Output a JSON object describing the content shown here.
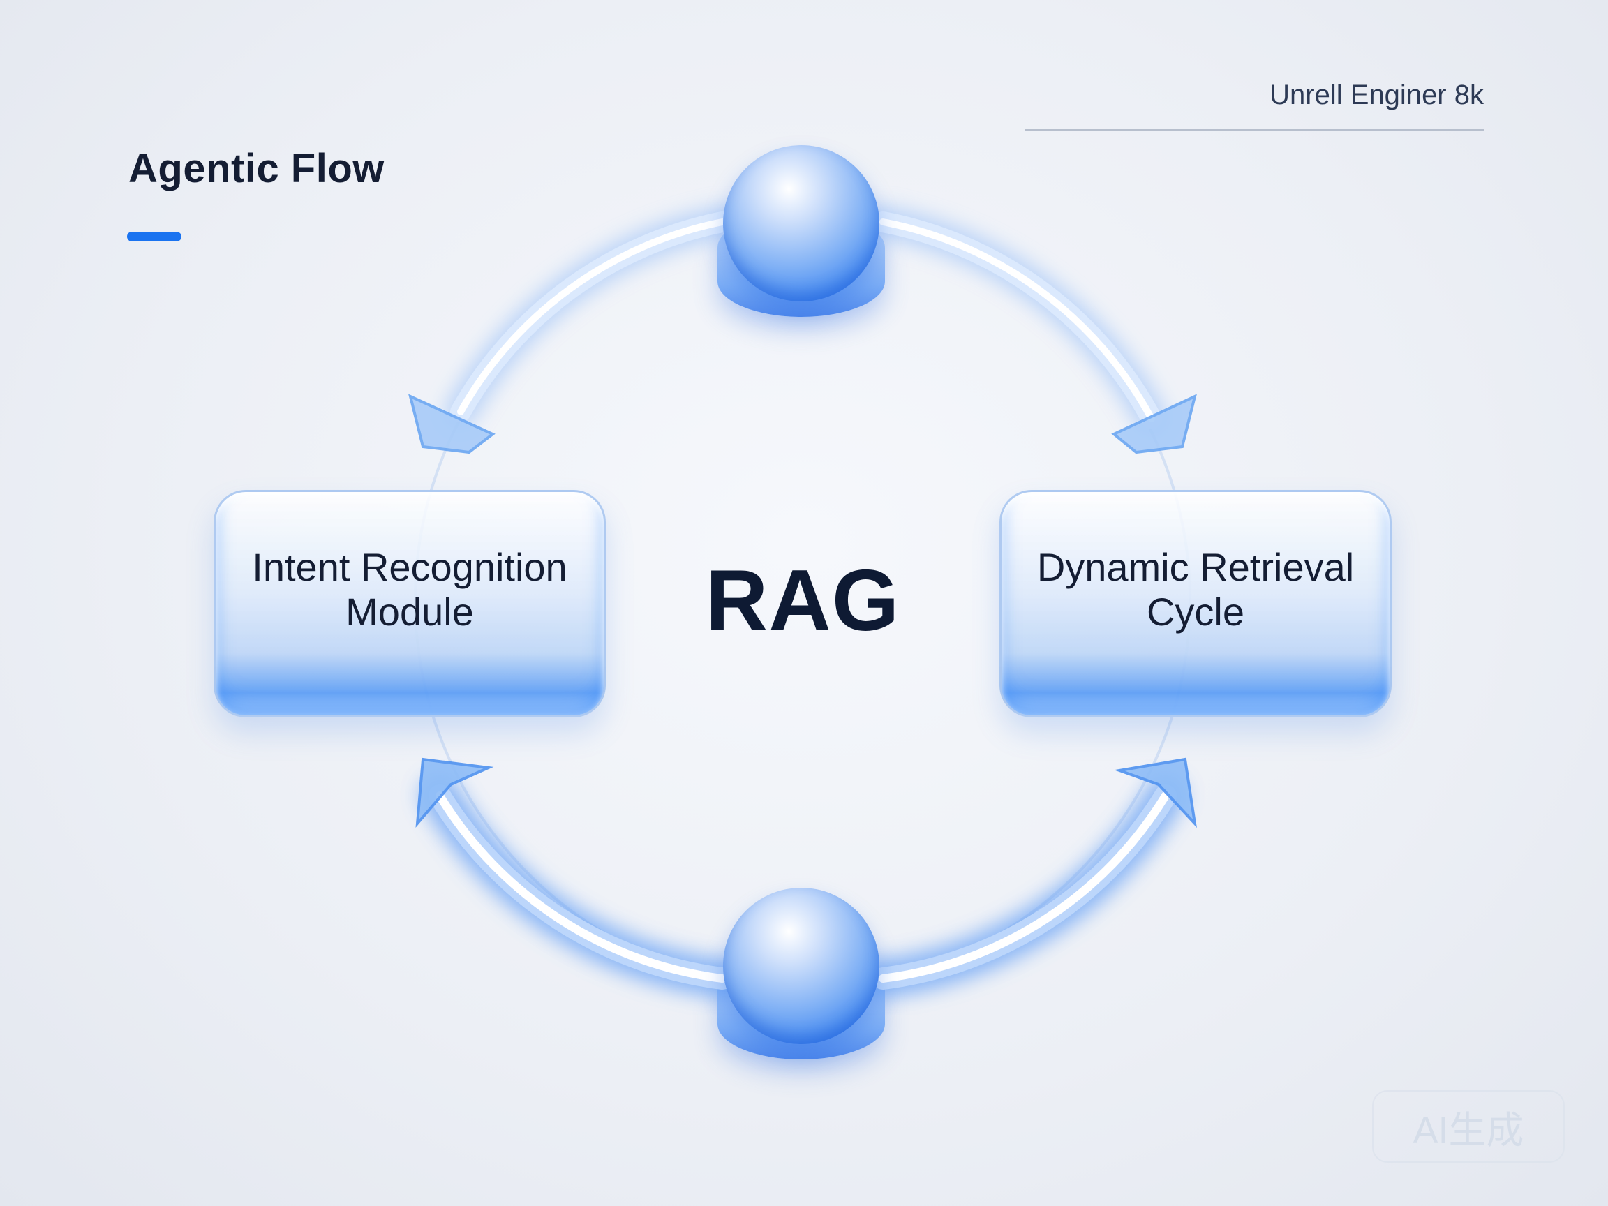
{
  "header": {
    "title": "Agentic Flow",
    "engine_label": "Unrell Enginer 8k"
  },
  "diagram": {
    "center_label": "RAG",
    "nodes": [
      {
        "id": "left",
        "label": "Intent Recognition Module"
      },
      {
        "id": "right",
        "label": "Dynamic Retrieval Cycle"
      }
    ],
    "connector_icon": "glass-disc-icon",
    "arrow_icon": "arrowhead-icon",
    "accent_color": "#1a73f0",
    "glow_color": "#4a90f5"
  },
  "watermark": "AI生成"
}
